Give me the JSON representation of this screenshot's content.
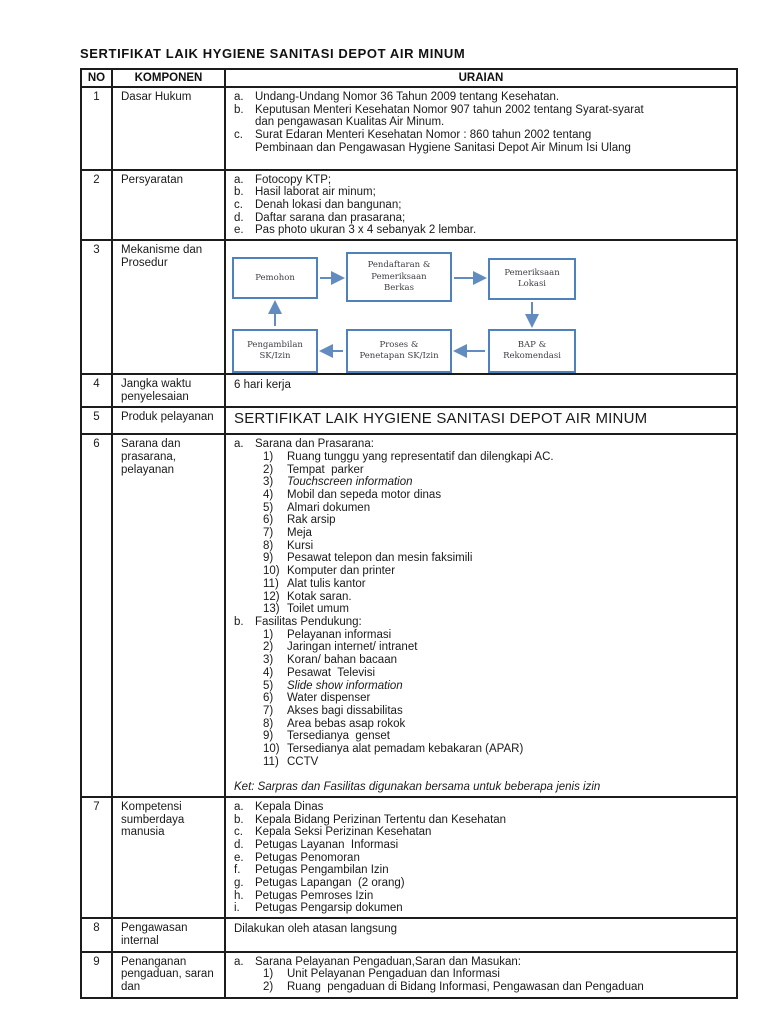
{
  "title": "SERTIFIKAT LAIK HYGIENE SANITASI DEPOT AIR MINUM",
  "table": {
    "headers": [
      "NO",
      "KOMPONEN",
      "URAIAN"
    ],
    "rows": [
      {
        "no": "1",
        "komponen": "Dasar Hukum",
        "type": "lines",
        "cell_class": "pad-b",
        "lines": [
          {
            "l": 1,
            "label": "a.",
            "text": "Undang-Undang Nomor 36 Tahun 2009 tentang Kesehatan."
          },
          {
            "l": 1,
            "label": "b.",
            "text": "Keputusan Menteri Kesehatan Nomor 907 tahun 2002 tentang Syarat-syarat\ndan pengawasan Kualitas Air Minum."
          },
          {
            "l": 1,
            "label": "c.",
            "text": "Surat Edaran Menteri Kesehatan Nomor : 860 tahun 2002 tentang\nPembinaan dan Pengawasan Hygiene Sanitasi Depot Air Minum Isi Ulang"
          }
        ]
      },
      {
        "no": "2",
        "komponen": "Persyaratan",
        "type": "lines",
        "lines": [
          {
            "l": 1,
            "label": "a.",
            "text": "Fotocopy KTP;"
          },
          {
            "l": 1,
            "label": "b.",
            "text": "Hasil laborat air minum;"
          },
          {
            "l": 1,
            "label": "c.",
            "text": "Denah lokasi dan bangunan;"
          },
          {
            "l": 1,
            "label": "d.",
            "text": "Daftar sarana dan prasarana;"
          },
          {
            "l": 1,
            "label": "e.",
            "text": "Pas photo ukuran 3 x 4 sebanyak 2 lembar."
          }
        ]
      },
      {
        "no": "3",
        "komponen": "Mekanisme dan Prosedur",
        "type": "flowchart"
      },
      {
        "no": "4",
        "komponen": "Jangka waktu penyelesaian",
        "type": "text",
        "text": "6 hari kerja"
      },
      {
        "no": "5",
        "komponen": "Produk pelayanan",
        "type": "bigtext",
        "text": "SERTIFIKAT LAIK HYGIENE SANITASI DEPOT AIR MINUM"
      },
      {
        "no": "6",
        "komponen": "Sarana dan prasarana, pelayanan",
        "type": "lines",
        "lines": [
          {
            "l": 1,
            "label": "a.",
            "text": "Sarana dan Prasarana:"
          },
          {
            "l": 2,
            "label": "1)",
            "text": "Ruang tunggu yang representatif dan dilengkapi AC."
          },
          {
            "l": 2,
            "label": "2)",
            "text": "Tempat  parker"
          },
          {
            "l": 2,
            "label": "3)",
            "text": "Touchscreen information",
            "italic": true
          },
          {
            "l": 2,
            "label": "4)",
            "text": "Mobil dan sepeda motor dinas"
          },
          {
            "l": 2,
            "label": "5)",
            "text": "Almari dokumen"
          },
          {
            "l": 2,
            "label": "6)",
            "text": "Rak arsip"
          },
          {
            "l": 2,
            "label": "7)",
            "text": "Meja"
          },
          {
            "l": 2,
            "label": "8)",
            "text": "Kursi"
          },
          {
            "l": 2,
            "label": "9)",
            "text": "Pesawat telepon dan mesin faksimili"
          },
          {
            "l": 2,
            "label": "10)",
            "text": "Komputer dan printer"
          },
          {
            "l": 2,
            "label": "11)",
            "text": "Alat tulis kantor"
          },
          {
            "l": 2,
            "label": "12)",
            "text": "Kotak saran."
          },
          {
            "l": 2,
            "label": "13)",
            "text": "Toilet umum"
          },
          {
            "l": 1,
            "label": "b.",
            "text": "Fasilitas Pendukung:"
          },
          {
            "l": 2,
            "label": "1)",
            "text": "Pelayanan informasi"
          },
          {
            "l": 2,
            "label": "2)",
            "text": "Jaringan internet/ intranet"
          },
          {
            "l": 2,
            "label": "3)",
            "text": "Koran/ bahan bacaan"
          },
          {
            "l": 2,
            "label": "4)",
            "text": "Pesawat  Televisi"
          },
          {
            "l": 2,
            "label": "5)",
            "text": "Slide show information",
            "italic": true
          },
          {
            "l": 2,
            "label": "6)",
            "text": "Water dispenser"
          },
          {
            "l": 2,
            "label": "7)",
            "text": "Akses bagi dissabilitas"
          },
          {
            "l": 2,
            "label": "8)",
            "text": "Area bebas asap rokok"
          },
          {
            "l": 2,
            "label": "9)",
            "text": "Tersedianya  genset"
          },
          {
            "l": 2,
            "label": "10)",
            "text": "Tersedianya alat pemadam kebakaran (APAR)"
          },
          {
            "l": 2,
            "label": "11)",
            "text": "CCTV"
          },
          {
            "blank": true
          },
          {
            "l": 0,
            "text": "Ket: Sarpras dan Fasilitas digunakan bersama untuk beberapa jenis izin",
            "italic": true
          }
        ]
      },
      {
        "no": "7",
        "komponen": "Kompetensi sumberdaya manusia",
        "type": "lines",
        "lines": [
          {
            "l": 1,
            "label": "a.",
            "text": "Kepala Dinas"
          },
          {
            "l": 1,
            "label": "b.",
            "text": "Kepala Bidang Perizinan Tertentu dan Kesehatan"
          },
          {
            "l": 1,
            "label": "c.",
            "text": "Kepala Seksi Perizinan Kesehatan"
          },
          {
            "l": 1,
            "label": "d.",
            "text": "Petugas Layanan  Informasi"
          },
          {
            "l": 1,
            "label": "e.",
            "text": "Petugas Penomoran"
          },
          {
            "l": 1,
            "label": "f.",
            "text": "Petugas Pengambilan Izin"
          },
          {
            "l": 1,
            "label": "g.",
            "text": "Petugas Lapangan  (2 orang)"
          },
          {
            "l": 1,
            "label": "h.",
            "text": "Petugas Pemroses Izin"
          },
          {
            "l": 1,
            "label": "i.",
            "text": "Petugas Pengarsip dokumen"
          }
        ]
      },
      {
        "no": "8",
        "komponen": "Pengawasan internal",
        "type": "text",
        "text": "Dilakukan oleh atasan langsung"
      },
      {
        "no": "9",
        "komponen": "Penanganan pengaduan, saran dan",
        "type": "lines",
        "lines": [
          {
            "l": 1,
            "label": "a.",
            "text": "Sarana Pelayanan Pengaduan,Saran dan Masukan:"
          },
          {
            "l": 2,
            "label": "1)",
            "text": "Unit Pelayanan Pengaduan dan Informasi"
          },
          {
            "l": 2,
            "label": "2)",
            "text": "Ruang  pengaduan di Bidang Informasi, Pengawasan dan Pengaduan"
          }
        ]
      }
    ]
  },
  "flowchart": {
    "boxes": [
      {
        "id": "pemohon",
        "label": "Pemohon"
      },
      {
        "id": "pendaftaran-pemeriksaan-berkas",
        "label": "Pendaftaran &\nPemeriksaan\nBerkas"
      },
      {
        "id": "pemeriksaan-lokasi",
        "label": "Pemeriksaan\nLokasi"
      },
      {
        "id": "bap-rekomendasi",
        "label": "BAP &\nRekomendasi"
      },
      {
        "id": "proses-penetapan-sk-izin",
        "label": "Proses &\nPenetapan SK/Izin"
      },
      {
        "id": "pengambilan-sk-izin",
        "label": "Pengambilan\nSK/Izin"
      }
    ],
    "box_border_color": "#4f81bd",
    "arrow_color": "#628bc0",
    "text_color": "#3d3d46"
  }
}
